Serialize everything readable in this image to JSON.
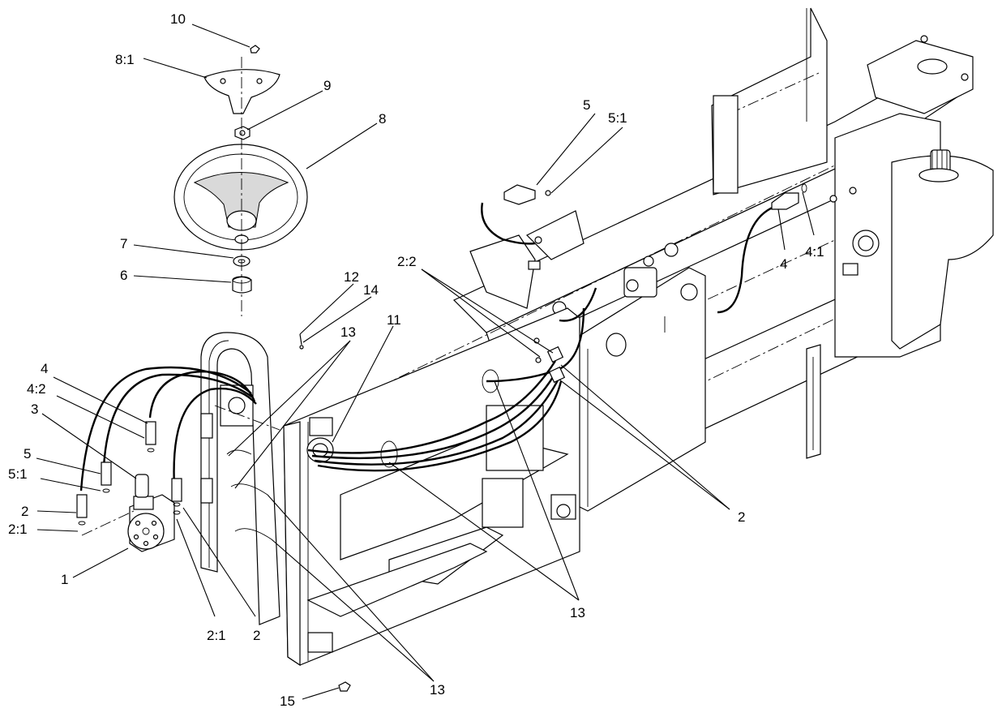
{
  "callouts": [
    {
      "id": "c10",
      "text": "10"
    },
    {
      "id": "c8-1",
      "text": "8:1"
    },
    {
      "id": "c9",
      "text": "9"
    },
    {
      "id": "c8",
      "text": "8"
    },
    {
      "id": "c7",
      "text": "7"
    },
    {
      "id": "c6",
      "text": "6"
    },
    {
      "id": "c12",
      "text": "12"
    },
    {
      "id": "c14",
      "text": "14"
    },
    {
      "id": "c13a",
      "text": "13"
    },
    {
      "id": "c11",
      "text": "11"
    },
    {
      "id": "c2-2",
      "text": "2:2"
    },
    {
      "id": "c5top",
      "text": "5"
    },
    {
      "id": "c5-1top",
      "text": "5:1"
    },
    {
      "id": "c4right",
      "text": "4"
    },
    {
      "id": "c4-1",
      "text": "4:1"
    },
    {
      "id": "c4left",
      "text": "4"
    },
    {
      "id": "c4-2",
      "text": "4:2"
    },
    {
      "id": "c3",
      "text": "3"
    },
    {
      "id": "c5left",
      "text": "5"
    },
    {
      "id": "c5-1left",
      "text": "5:1"
    },
    {
      "id": "c2left",
      "text": "2"
    },
    {
      "id": "c2-1left",
      "text": "2:1"
    },
    {
      "id": "c1",
      "text": "1"
    },
    {
      "id": "c2-1bottom",
      "text": "2:1"
    },
    {
      "id": "c2bottom",
      "text": "2"
    },
    {
      "id": "c2right",
      "text": "2"
    },
    {
      "id": "c13b",
      "text": "13"
    },
    {
      "id": "c13c",
      "text": "13"
    },
    {
      "id": "c15",
      "text": "15"
    }
  ]
}
